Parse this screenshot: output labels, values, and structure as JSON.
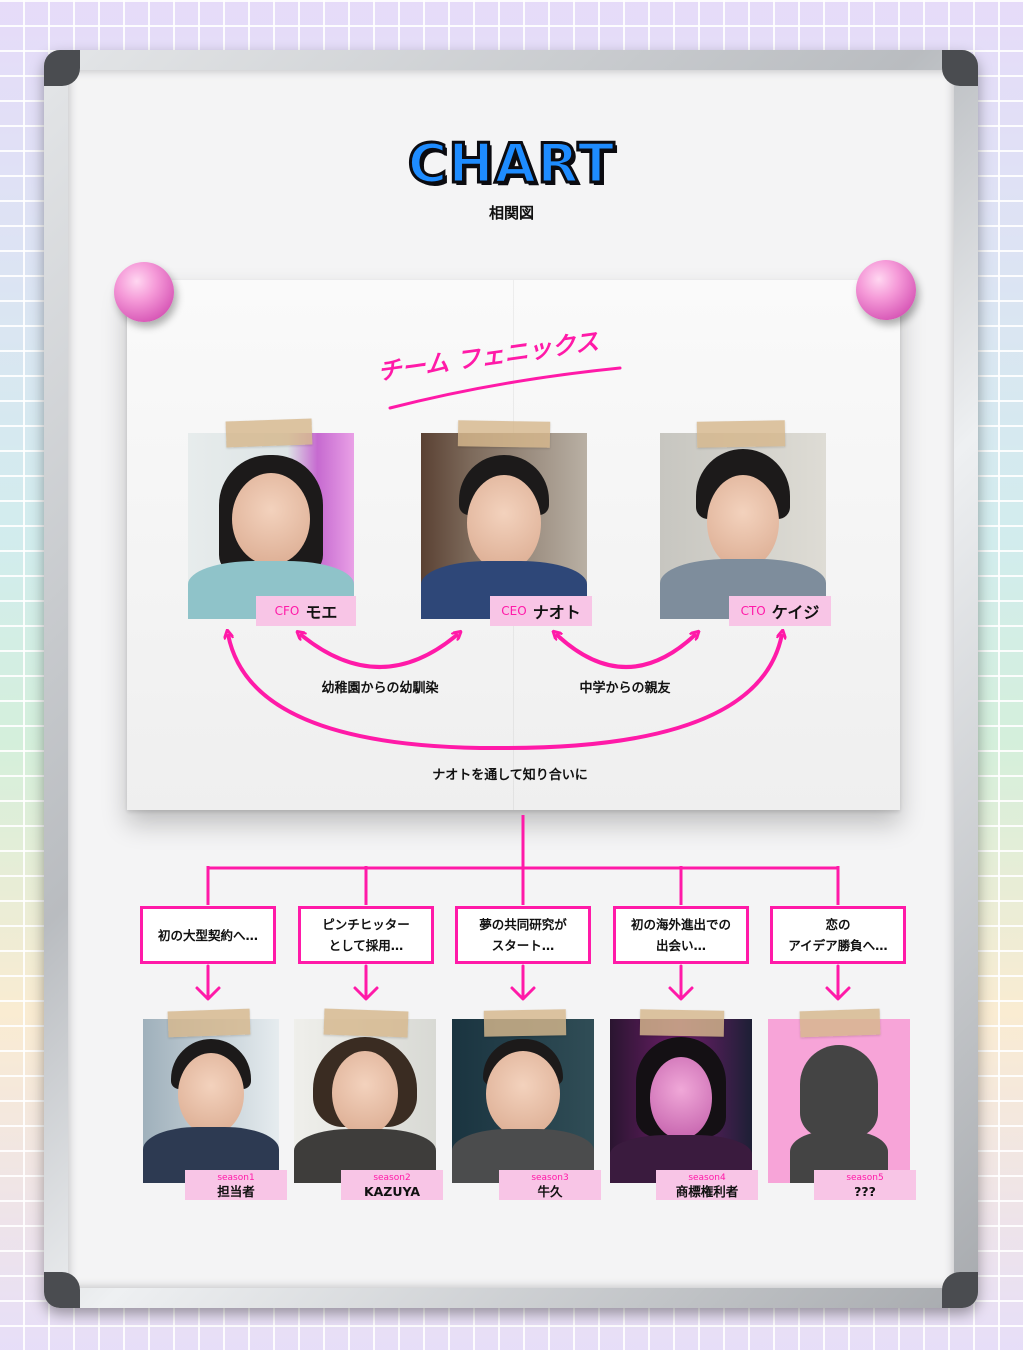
{
  "header": {
    "title": "CHART",
    "subtitle": "相関図"
  },
  "team": {
    "name": "チーム フェニックス"
  },
  "main_members": [
    {
      "role": "CFO",
      "name": "モエ"
    },
    {
      "role": "CEO",
      "name": "ナオト"
    },
    {
      "role": "CTO",
      "name": "ケイジ"
    }
  ],
  "relations": {
    "moe_naoto": "幼稚園からの幼馴染",
    "naoto_keiji": "中学からの親友",
    "moe_keiji": "ナオトを通して知り合いに"
  },
  "seasons": [
    {
      "line1": "初の大型契約へ…",
      "line2": "",
      "season": "season1",
      "name": "担当者"
    },
    {
      "line1": "ピンチヒッター",
      "line2": "として採用…",
      "season": "season2",
      "name": "KAZUYA"
    },
    {
      "line1": "夢の共同研究が",
      "line2": "スタート…",
      "season": "season3",
      "name": "牛久"
    },
    {
      "line1": "初の海外進出での",
      "line2": "出会い…",
      "season": "season4",
      "name": "商標権利者"
    },
    {
      "line1": "恋の",
      "line2": "アイデア勝負へ…",
      "season": "season5",
      "name": "???"
    }
  ],
  "colors": {
    "accent": "#ff1aa8",
    "title_blue": "#1e8cff",
    "label_pink": "#f8c5e6"
  }
}
